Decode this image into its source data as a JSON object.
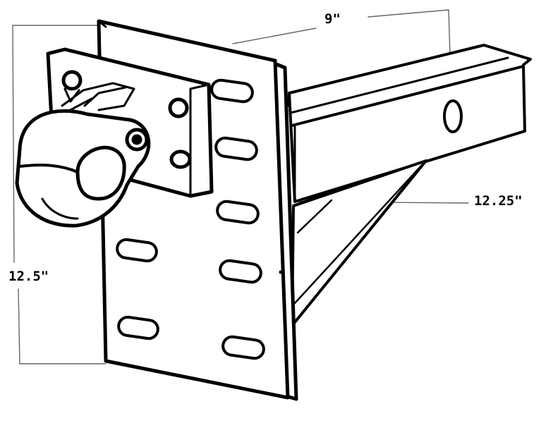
{
  "diagram": {
    "dimensions": {
      "width": "9\"",
      "length": "12.25\"",
      "height": "12.5\""
    },
    "colors": {
      "ink": "#000000",
      "paper": "#ffffff",
      "dim_line": "#666666"
    }
  }
}
